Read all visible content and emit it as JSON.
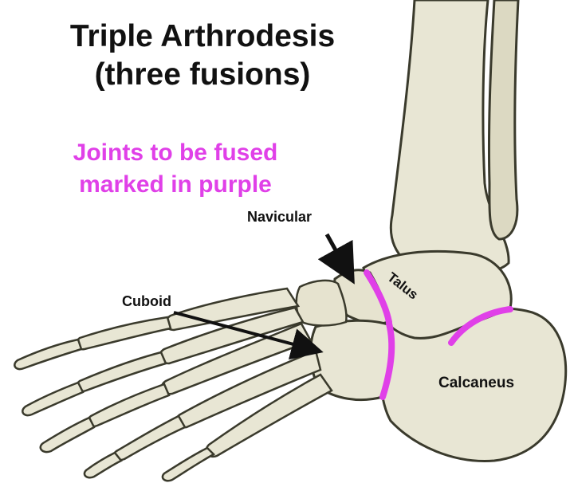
{
  "title": {
    "line1": "Triple Arthrodesis",
    "line2": "(three fusions)"
  },
  "note": {
    "line1": "Joints to be fused",
    "line2": "marked in purple"
  },
  "labels": {
    "navicular": "Navicular",
    "cuboid": "Cuboid",
    "talus": "Talus",
    "calcaneus": "Calcaneus"
  },
  "colors": {
    "fusion": "#e040e8",
    "bone": "#e8e6d4",
    "bone_outline": "#3a3a2c",
    "bone_shade": "#bdb99c",
    "arrow": "#111111"
  }
}
